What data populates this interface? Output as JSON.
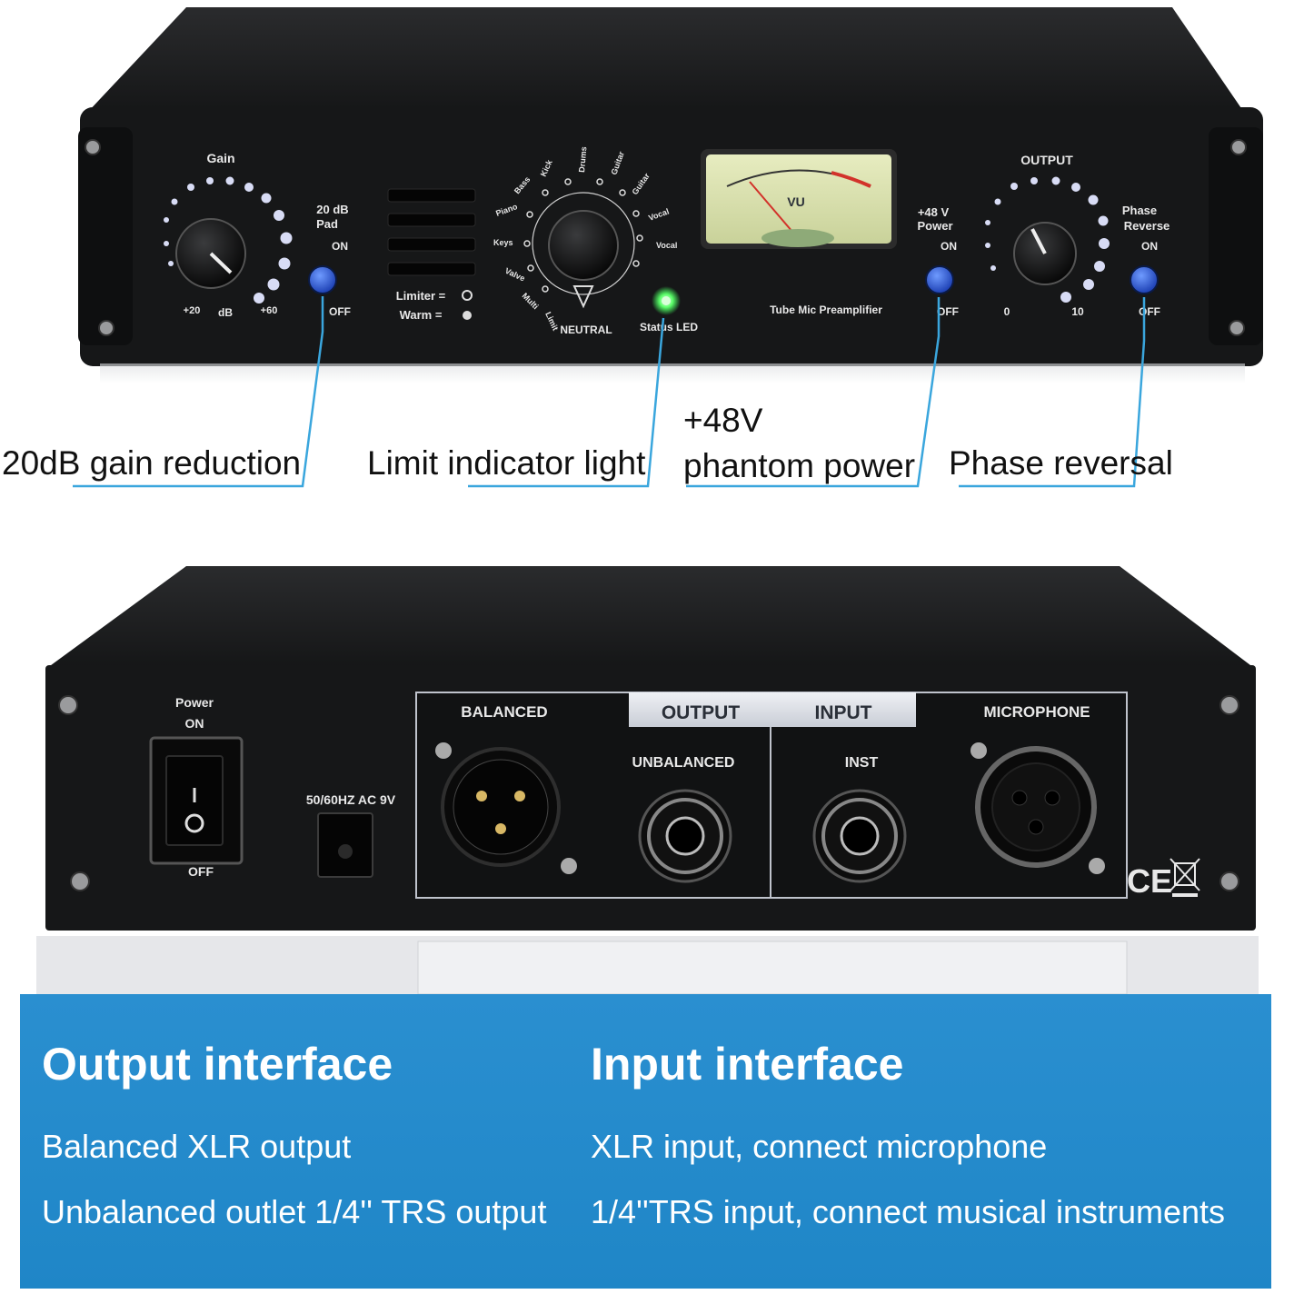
{
  "front_panel": {
    "gain_label": "Gain",
    "gain_min": "+20",
    "gain_unit": "dB",
    "gain_max": "+60",
    "pad_label_1": "20 dB",
    "pad_label_2": "Pad",
    "pad_on": "ON",
    "pad_off": "OFF",
    "limiter_label": "Limiter =",
    "warm_label": "Warm =",
    "preset_labels": [
      "Bass",
      "Kick",
      "Drums",
      "Guitar",
      "Guitar",
      "Piano",
      "Keys",
      "Vocal",
      "Vocal",
      "Valve",
      "Multi",
      "Limit"
    ],
    "neutral_label": "NEUTRAL",
    "status_led_label": "Status LED",
    "vu_label": "VU",
    "model_label": "Tube Mic Preamplifier",
    "phantom_label_1": "+48 V",
    "phantom_label_2": "Power",
    "phantom_on": "ON",
    "phantom_off": "OFF",
    "output_label": "OUTPUT",
    "output_min": "0",
    "output_max": "10",
    "phase_label_1": "Phase",
    "phase_label_2": "Reverse",
    "phase_on": "ON",
    "phase_off": "OFF"
  },
  "callouts": {
    "pad": "20dB gain reduction",
    "limit": "Limit indicator light",
    "phantom_1": "+48V",
    "phantom_2": "phantom power",
    "phase": "Phase reversal"
  },
  "rear_panel": {
    "power_label_1": "Power",
    "power_label_2": "ON",
    "power_off": "OFF",
    "ac_label": "50/60HZ AC 9V",
    "balanced_label": "BALANCED",
    "output_tab": "OUTPUT",
    "input_tab": "INPUT",
    "unbalanced_label": "UNBALANCED",
    "inst_label": "INST",
    "microphone_label": "MICROPHONE",
    "ce_mark": "CE"
  },
  "banner": {
    "output_heading": "Output interface",
    "output_line_1": "Balanced XLR output",
    "output_line_2": "Unbalanced outlet 1/4'' TRS output",
    "input_heading": "Input interface",
    "input_line_1": "XLR input, connect microphone",
    "input_line_2": "1/4''TRS input, connect musical instruments"
  },
  "colors": {
    "chassis": "#161718",
    "button_blue": "#2f5fd8",
    "callout_line": "#3aa6dd",
    "banner_blue": "#2188c9",
    "led_green": "#5cff6a"
  }
}
